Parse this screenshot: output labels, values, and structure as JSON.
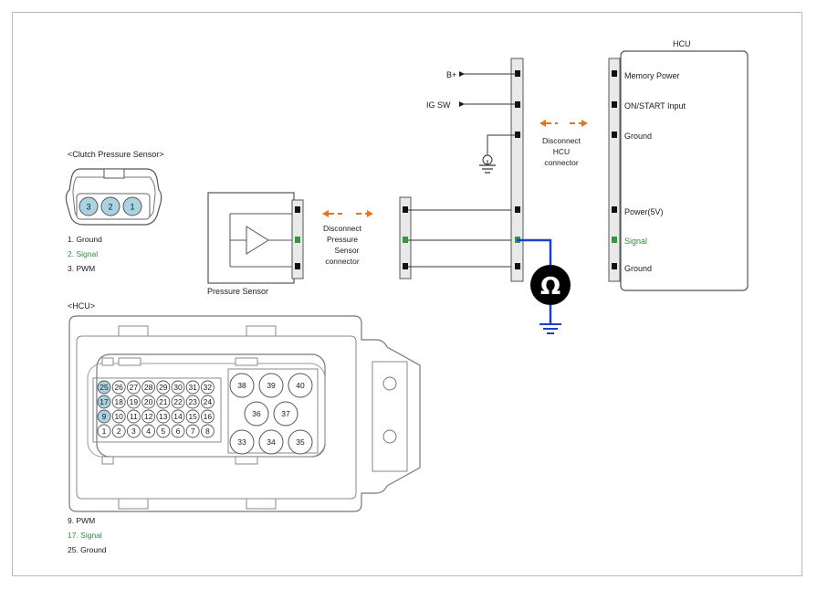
{
  "clutch_sensor": {
    "title": "<Clutch Pressure Sensor>",
    "pins": [
      "3",
      "2",
      "1"
    ],
    "legend": [
      {
        "text": "1. Ground",
        "color": "#1a1a1a"
      },
      {
        "text": "2. Signal",
        "color": "#2e8b3a"
      },
      {
        "text": "3. PWM",
        "color": "#1a1a1a"
      }
    ]
  },
  "pressure_sensor": {
    "label": "Pressure Sensor",
    "disconnect_label": [
      "Disconnect",
      "Pressure",
      "Sensor",
      "connector"
    ]
  },
  "hcu_disconnect_label": [
    "Disconnect",
    "HCU",
    "connector"
  ],
  "wiring": {
    "bplus": "B+",
    "igsw": "IG SW"
  },
  "meter_symbol": "Ω",
  "hcu_box": {
    "title": "HCU",
    "pins": [
      {
        "text": "Memory Power",
        "color": "#1a1a1a"
      },
      {
        "text": "ON/START Input",
        "color": "#1a1a1a"
      },
      {
        "text": "Ground",
        "color": "#1a1a1a"
      },
      {
        "text": "Power(5V)",
        "color": "#1a1a1a"
      },
      {
        "text": "Signal",
        "color": "#2e8b3a"
      },
      {
        "text": "Ground",
        "color": "#1a1a1a"
      }
    ]
  },
  "hcu_connector": {
    "title": "<HCU>",
    "rows": [
      [
        "25",
        "26",
        "27",
        "28",
        "29",
        "30",
        "31",
        "32"
      ],
      [
        "17",
        "18",
        "19",
        "20",
        "21",
        "22",
        "23",
        "24"
      ],
      [
        "9",
        "10",
        "11",
        "12",
        "13",
        "14",
        "15",
        "16"
      ],
      [
        "1",
        "2",
        "3",
        "4",
        "5",
        "6",
        "7",
        "8"
      ]
    ],
    "highlighted": [
      "25",
      "17",
      "9"
    ],
    "big_top": [
      "38",
      "39",
      "40"
    ],
    "big_mid": [
      "36",
      "37"
    ],
    "big_bot": [
      "33",
      "34",
      "35"
    ],
    "legend": [
      {
        "text": "9. PWM",
        "color": "#1a1a1a"
      },
      {
        "text": "17. Signal",
        "color": "#2e8b3a"
      },
      {
        "text": "25. Ground",
        "color": "#1a1a1a"
      }
    ]
  },
  "colors": {
    "highlight_pin": "#a9d3e0",
    "green_pin": "#2e9a3a",
    "orange_arrow": "#e8731e",
    "blue_wire": "#1d3fc9"
  }
}
